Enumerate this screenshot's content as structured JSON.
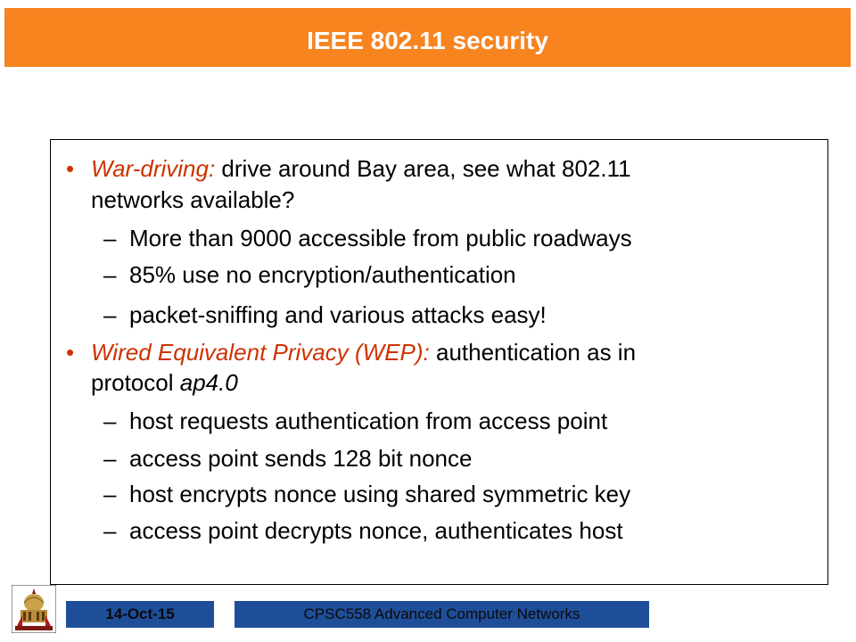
{
  "slide": {
    "title": "IEEE 802.11 security",
    "footer_date": "14-Oct-15",
    "footer_course": "CPSC558 Advanced Computer Networks"
  },
  "bullet1": {
    "lead": "War-driving:",
    "rest_line1": " drive around Bay area, see what 802.11",
    "line2": "networks available?",
    "subs": [
      "More than 9000 accessible from public roadways",
      "85% use no encryption/authentication",
      "packet-sniffing and various attacks easy!"
    ]
  },
  "bullet2": {
    "lead": "Wired Equivalent Privacy (WEP):",
    "rest_line1": " authentication as in",
    "line2_plain": "protocol ",
    "line2_ital": "ap4.0",
    "subs": [
      "host requests authentication from access point",
      "access point sends 128 bit nonce",
      "host encrypts nonce using shared symmetric key",
      "access point decrypts nonce, authenticates host"
    ]
  },
  "symbols": {
    "bullet": "•",
    "dash": "–"
  },
  "colors": {
    "title_bar": "#f7841f",
    "accent": "#cc3300",
    "footer": "#1f4e99"
  },
  "icons": {
    "logo": "university-dome-logo-icon"
  }
}
